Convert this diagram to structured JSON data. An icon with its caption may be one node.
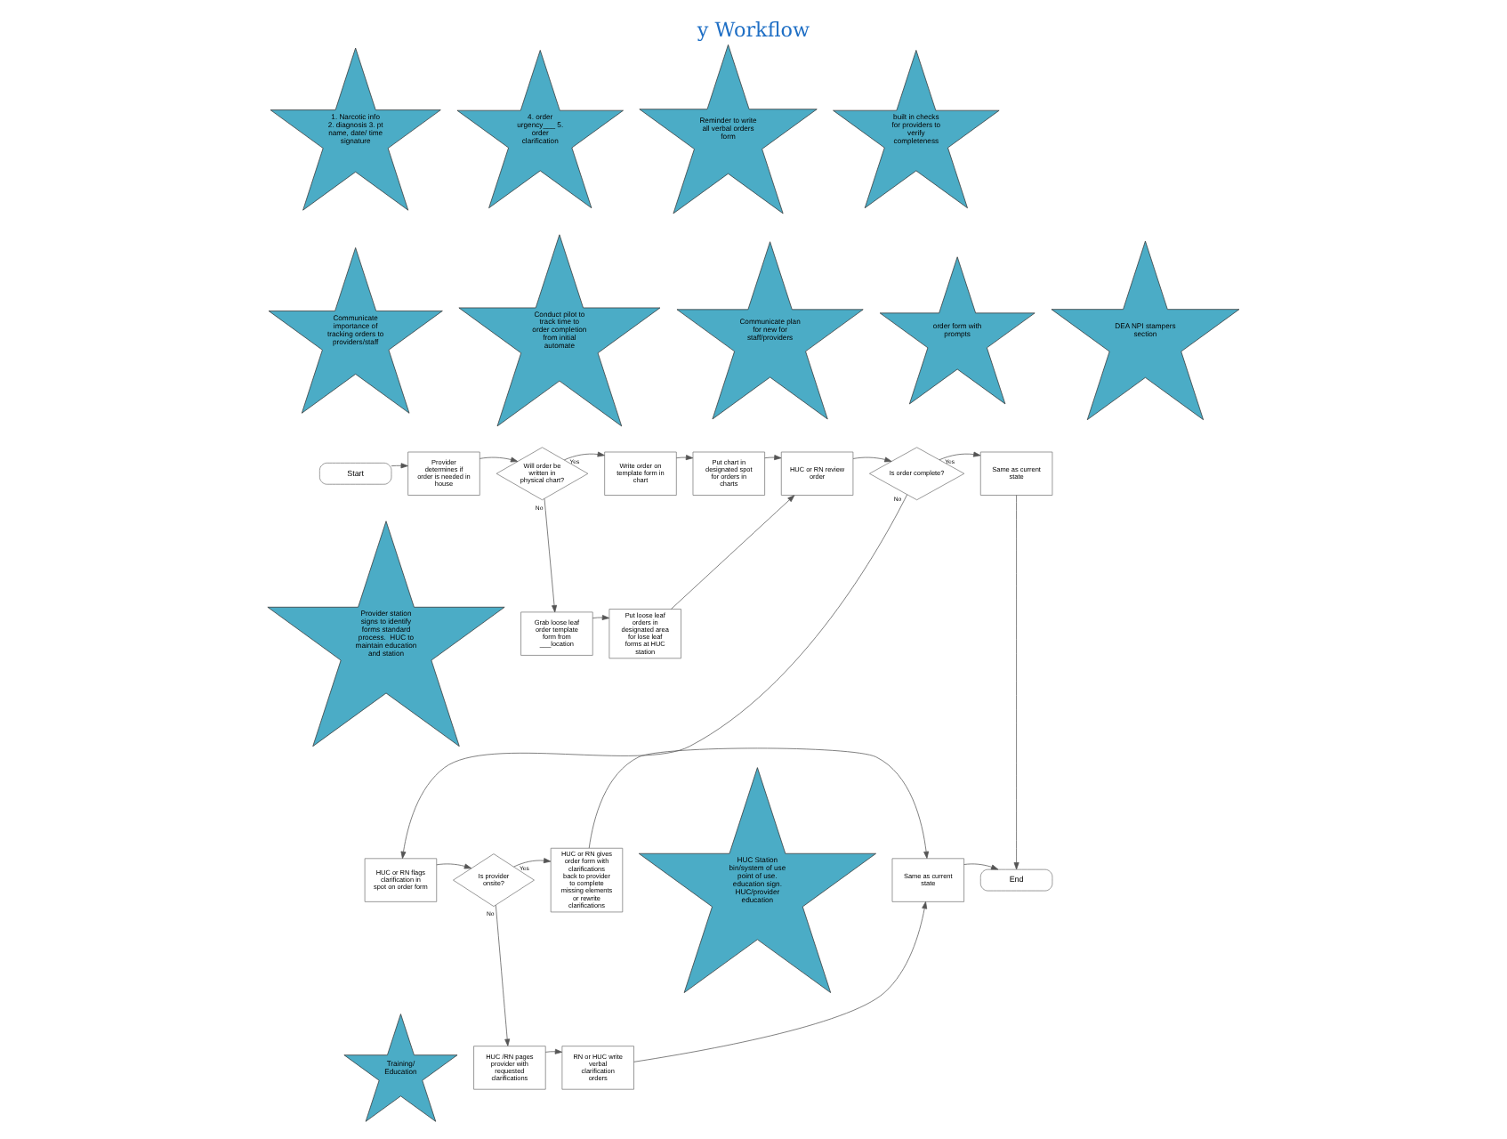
{
  "diagram": {
    "title": "y Workflow",
    "nodes": [
      {
        "text": [
          "Start"
        ]
      },
      {
        "text": [
          "Provider determines if order is needed in house"
        ]
      },
      {
        "text": [
          "Will order be written in physical chart?"
        ]
      },
      {
        "text": [
          "Write order on template form in chart"
        ]
      },
      {
        "text": [
          "Put chart in designated spot for orders in charts"
        ]
      },
      {
        "text": [
          "HUC or RN review order"
        ]
      },
      {
        "text": [
          "Is order complete?"
        ]
      },
      {
        "text": [
          "Same as current state"
        ]
      },
      {
        "text": [
          "End"
        ]
      },
      {
        "text": [
          "Grab loose leaf order template form from ___location"
        ]
      },
      {
        "text": [
          "Put loose leaf orders in designated area for lose leaf forms at HUC station"
        ]
      },
      {
        "text": [
          "HUC or RN flags clarification in spot on order form"
        ]
      },
      {
        "text": [
          "Is provider onsite?"
        ]
      },
      {
        "text": [
          "HUC or RN gives order form with clarifications back to provider to complete missing elements or rewrite clarifications"
        ]
      },
      {
        "text": [
          "Same as current state"
        ]
      },
      {
        "text": [
          "HUC /RN pages provider with requested clarifications"
        ]
      },
      {
        "text": [
          "RN or HUC write verbal clarification orders"
        ]
      },
      {
        "text": [
          "1. Narcotic info 2. diagnosis 3. pt name, date/ time signature"
        ]
      },
      {
        "text": [
          "4. order urgency___ 5. order clarification"
        ]
      },
      {
        "text": [
          "Reminder to write all verbal orders form"
        ]
      },
      {
        "text": [
          "built in checks for providers to verify completeness"
        ]
      },
      {
        "text": [
          "Communicate importance of tracking orders to providers/staff"
        ]
      },
      {
        "text": [
          "Conduct pilot to track time to order completion from initial automate"
        ]
      },
      {
        "text": [
          "Communicate plan for new for staff/providers"
        ]
      },
      {
        "text": [
          "order form with prompts"
        ]
      },
      {
        "text": [
          "DEA NPI stampers section"
        ]
      },
      {
        "text": [
          "Provider station signs to identify forms standard process.  HUC to maintain education and station"
        ]
      },
      {
        "text": [
          "HUC Station bin/system of use point of use. education sign. HUC/provider education"
        ]
      },
      {
        "text": [
          "Training/ Education"
        ]
      }
    ],
    "edges": [
      {
        "from": 0,
        "to": 1,
        "arrow": "to"
      },
      {
        "from": 1,
        "to": 2,
        "arrow": "to"
      },
      {
        "from": 2,
        "to": 3,
        "arrow": "to",
        "label": "Yes"
      },
      {
        "from": 3,
        "to": 4,
        "arrow": "to"
      },
      {
        "from": 4,
        "to": 5,
        "arrow": "to"
      },
      {
        "from": 5,
        "to": 6,
        "arrow": "to"
      },
      {
        "from": 6,
        "to": 7,
        "arrow": "to",
        "label": "Yes"
      },
      {
        "from": 2,
        "to": 9,
        "arrow": "to",
        "label": "No"
      },
      {
        "from": 6,
        "to": 11,
        "arrow": "to",
        "label": "No"
      },
      {
        "from": 9,
        "to": 10,
        "arrow": "to"
      },
      {
        "from": 10,
        "to": 5,
        "arrow": "to"
      },
      {
        "from": 7,
        "to": 8,
        "arrow": "to"
      },
      {
        "from": 11,
        "to": 12,
        "arrow": "to"
      },
      {
        "from": 12,
        "to": 13,
        "arrow": "to",
        "label": "Yes"
      },
      {
        "from": 12,
        "to": 15,
        "arrow": "to",
        "label": "No"
      },
      {
        "from": 13,
        "to": 14,
        "arrow": "to"
      },
      {
        "from": 15,
        "to": 16,
        "arrow": "to"
      },
      {
        "from": 16,
        "to": 14,
        "arrow": "to"
      },
      {
        "from": 14,
        "to": 8,
        "arrow": "to"
      }
    ]
  }
}
